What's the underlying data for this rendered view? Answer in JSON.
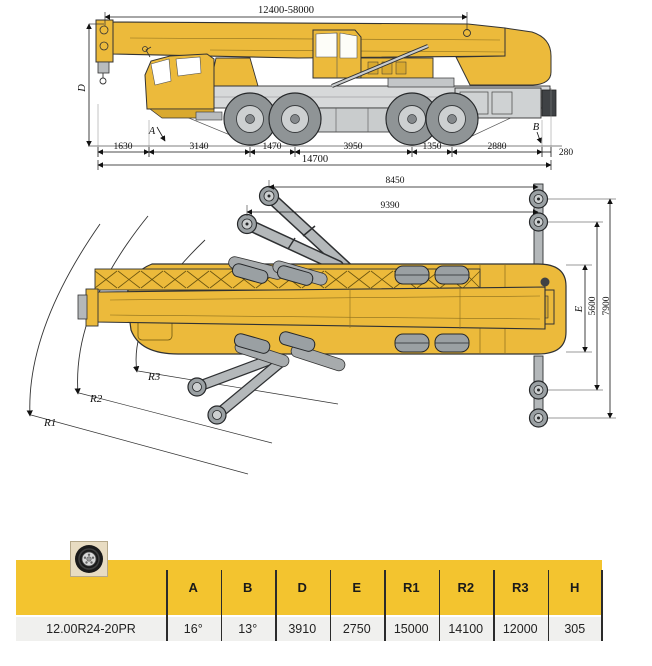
{
  "side_view": {
    "boom_length_range": "12400-58000",
    "overall_height_label": "D",
    "approach_angle_label": "A",
    "departure_angle_label": "B",
    "dim_segments": [
      "1630",
      "3140",
      "1470",
      "3950",
      "1350",
      "2880",
      "280"
    ],
    "overall_length": "14700"
  },
  "top_view": {
    "outrigger_span_front": "8450",
    "outrigger_span_rear": "9390",
    "body_width_label": "E",
    "outrigger_width_mid": "5600",
    "outrigger_width_full": "7900",
    "turning_radius_labels": [
      "R1",
      "R2",
      "R3"
    ]
  },
  "spec_table": {
    "tire_spec": "12.00R24-20PR",
    "columns": [
      "A",
      "B",
      "D",
      "E",
      "R1",
      "R2",
      "R3",
      "H"
    ],
    "values": [
      "16°",
      "13°",
      "3910",
      "2750",
      "15000",
      "14100",
      "12000",
      "305"
    ]
  },
  "colors": {
    "crane_yellow": "#ECBA3B",
    "table_header_yellow": "#F3C42F",
    "table_row_gray": "#F0F0EE",
    "metal_gray": "#9AA0A3"
  }
}
